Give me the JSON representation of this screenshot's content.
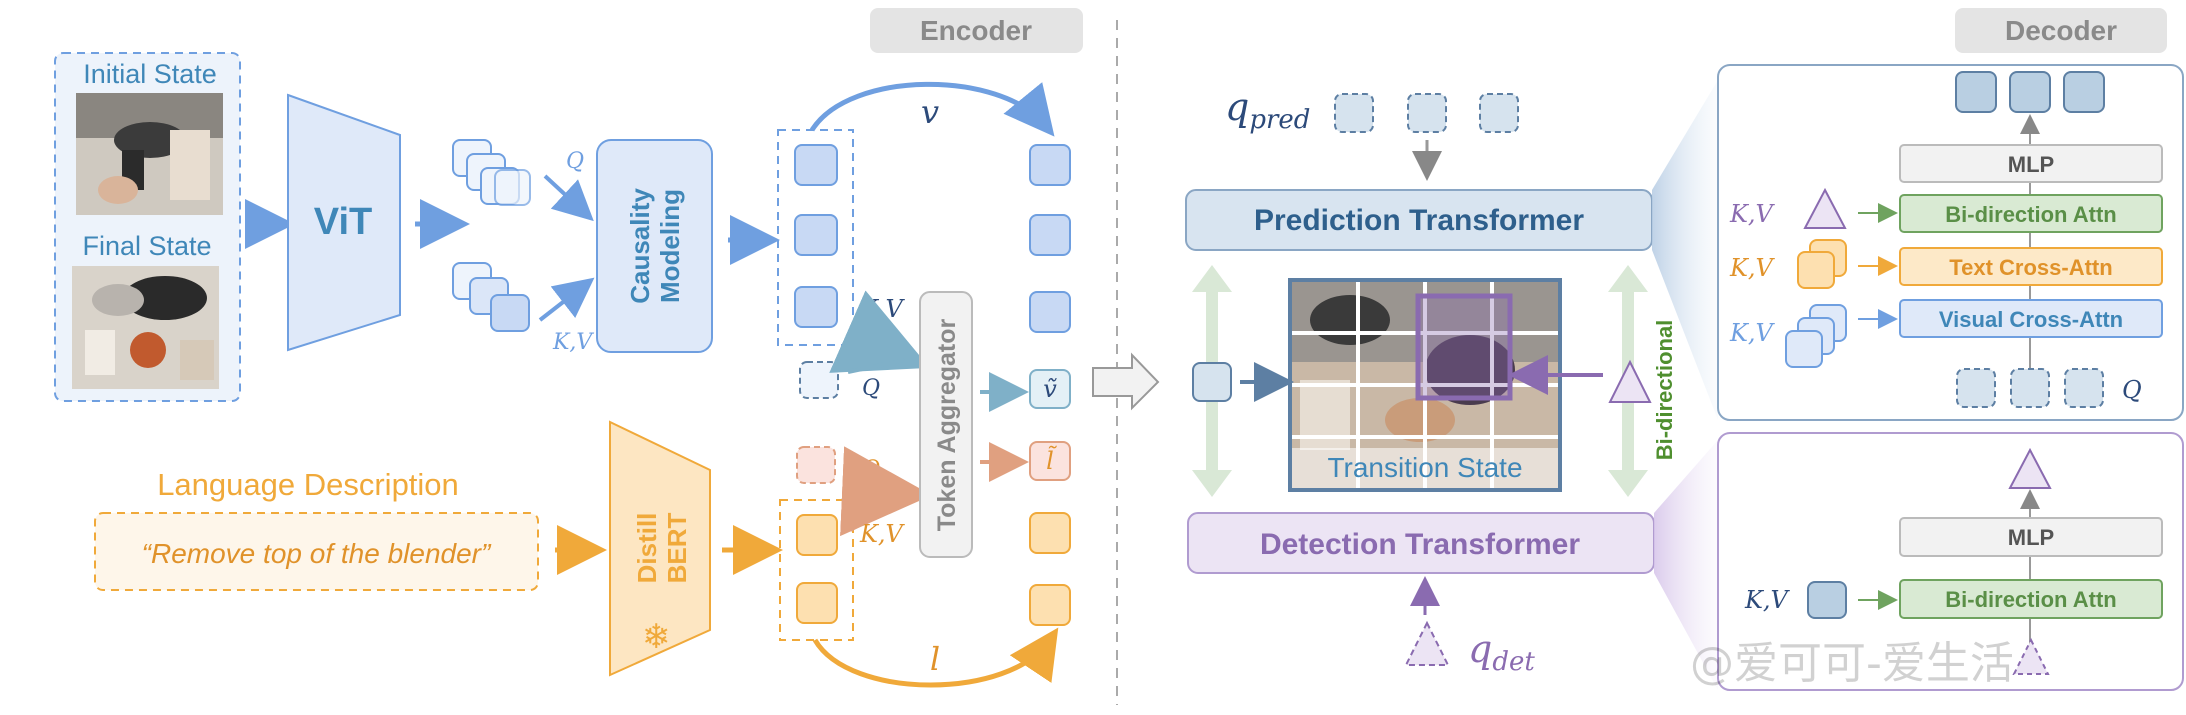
{
  "encoder": {
    "title": "Encoder",
    "initial_state": "Initial State",
    "final_state": "Final State",
    "vit": "ViT",
    "causality_line1": "Causality",
    "causality_line2": "Modeling",
    "q": "Q",
    "kv": "K,V",
    "v": "v",
    "l": "l",
    "v_tilde": "ṽ",
    "l_tilde": "l̃",
    "token_aggregator": "Token Aggregator",
    "language_description": "Language Description",
    "quote": "“Remove top of the blender”",
    "distill_line1": "Distill",
    "distill_line2": "BERT"
  },
  "decoder": {
    "title": "Decoder",
    "q_pred": "q",
    "q_pred_sub": "pred",
    "q_det": "q",
    "q_det_sub": "det",
    "prediction_transformer": "Prediction Transformer",
    "detection_transformer": "Detection Transformer",
    "transition_state": "Transition State",
    "bidirectional": "Bi-directional",
    "mlp": "MLP",
    "bi_direction_attn": "Bi-direction Attn",
    "text_cross_attn": "Text Cross-Attn",
    "visual_cross_attn": "Visual Cross-Attn",
    "kv": "K,V",
    "q": "Q"
  },
  "watermark": "@爱可可-爱生活",
  "colors": {
    "blue": "#6f9fe0",
    "blue_fill": "#dfe9f9",
    "steel": "#5d7fa3",
    "orange": "#f0a93a",
    "orange_fill": "#fde6c2",
    "purple": "#8a6bb0",
    "green": "#6fa35f",
    "gray": "#9a9a9a"
  }
}
